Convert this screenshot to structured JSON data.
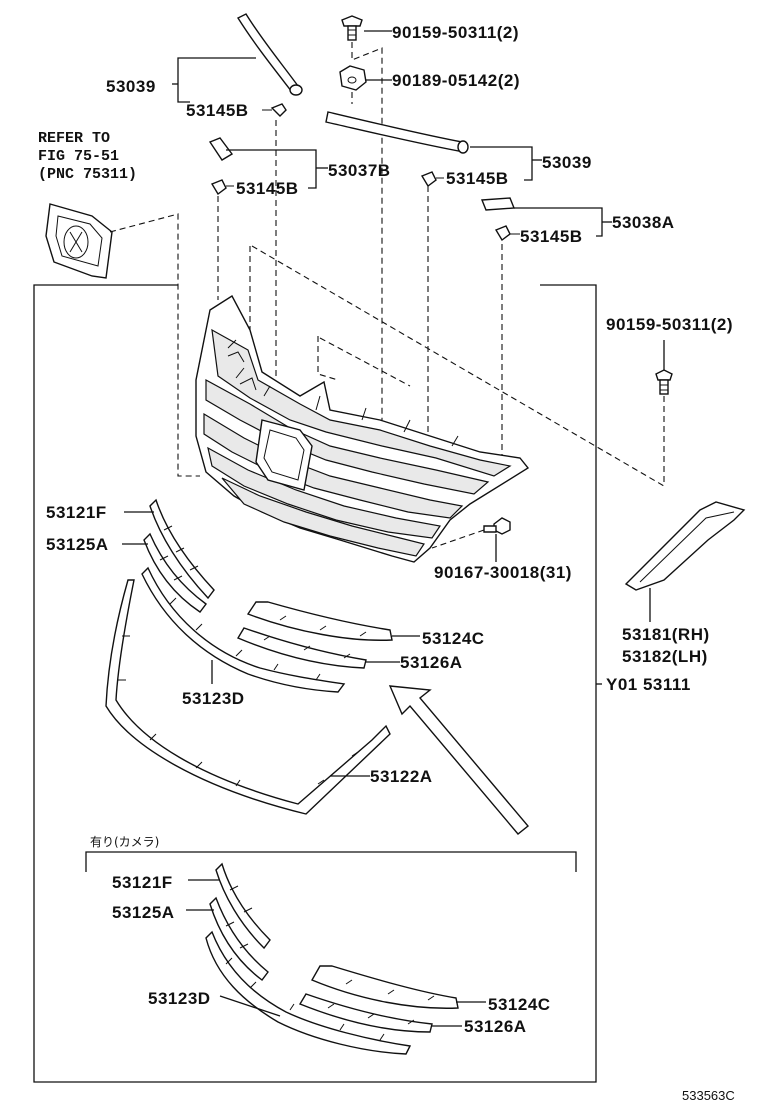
{
  "diagram_code": "533563C",
  "refer_note": {
    "line1": "REFER TO",
    "line2": "FIG 75-51",
    "line3": "(PNC 75311)"
  },
  "camera_variant_label": "有り(カメラ)",
  "labels": {
    "p90159_top": "90159-50311(2)",
    "p90189": "90189-05142(2)",
    "p53039_left": "53039",
    "p53145b_1": "53145B",
    "p53037b": "53037B",
    "p53145b_2": "53145B",
    "p53039_right": "53039",
    "p53145b_3": "53145B",
    "p53038a": "53038A",
    "p53145b_4": "53145B",
    "p90159_right": "90159-50311(2)",
    "p90167": "90167-30018(31)",
    "p53181": "53181(RH)",
    "p53182": "53182(LH)",
    "p53111": "Y01 53111",
    "p53121f": "53121F",
    "p53125a": "53125A",
    "p53124c": "53124C",
    "p53126a": "53126A",
    "p53123d": "53123D",
    "p53122a": "53122A",
    "p53121f_cam": "53121F",
    "p53125a_cam": "53125A",
    "p53123d_cam": "53123D",
    "p53124c_cam": "53124C",
    "p53126a_cam": "53126A"
  }
}
